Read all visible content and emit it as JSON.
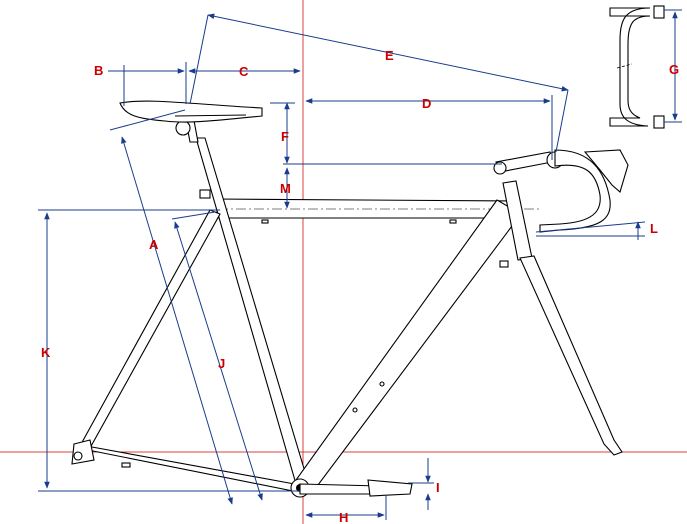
{
  "labels": {
    "A": "A",
    "B": "B",
    "C": "C",
    "D": "D",
    "E": "E",
    "F": "F",
    "G": "G",
    "H": "H",
    "I": "I",
    "J": "J",
    "K": "K",
    "L": "L",
    "M": "M"
  },
  "colors": {
    "label": "#cc0000",
    "dimension": "#1a3c8c",
    "reference": "#d94040",
    "frame": "#000000",
    "background": "#ffffff"
  }
}
